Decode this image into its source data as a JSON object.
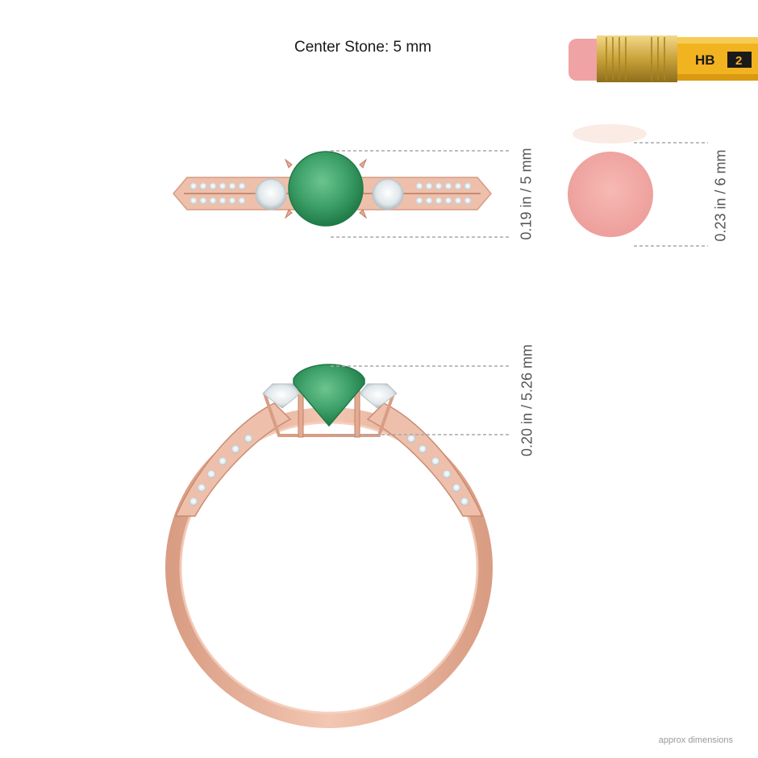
{
  "header": {
    "center_stone": "Center Stone: 5 mm"
  },
  "pencil": {
    "grade": "HB",
    "number": "2"
  },
  "dimensions": {
    "top_view": "0.19 in / 5 mm",
    "eraser": "0.23 in / 6 mm",
    "side_view": "0.20 in / 5.26 mm"
  },
  "footer": {
    "note": "approx dimensions"
  },
  "colors": {
    "metal": "#e8b49c",
    "metal_dark": "#c98a72",
    "emerald": "#3fa26a",
    "eraser": "#f2a9a6",
    "pencil_yellow": "#f2b321"
  }
}
